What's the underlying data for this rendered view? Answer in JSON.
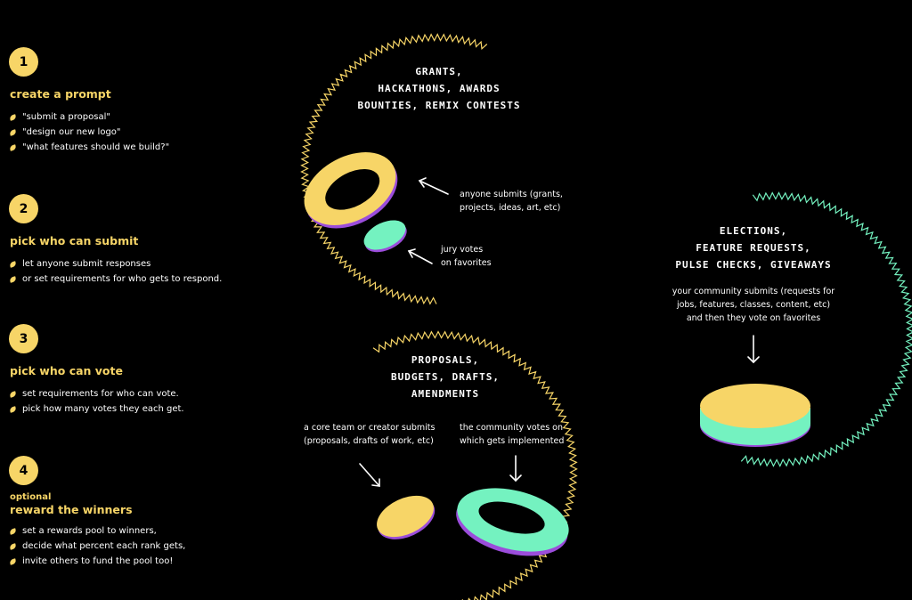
{
  "steps": [
    {
      "number": "1",
      "optional": "",
      "title": "create a prompt",
      "bullets": [
        "\"submit a proposal\"",
        "\"design our new logo\"",
        "\"what features should we build?\""
      ]
    },
    {
      "number": "2",
      "optional": "",
      "title": "pick who can submit",
      "bullets": [
        "let anyone submit responses",
        "or set requirements for who gets to respond."
      ]
    },
    {
      "number": "3",
      "optional": "",
      "title": "pick who can vote",
      "bullets": [
        "set requirements for who can vote.",
        "pick how many votes they each get."
      ]
    },
    {
      "number": "4",
      "optional": "optional",
      "title": "reward the winners",
      "bullets": [
        "set a rewards pool to winners,",
        "decide what percent each rank gets,",
        "invite others to fund the pool too!"
      ]
    }
  ],
  "use_cases": {
    "grants": {
      "title_lines": [
        "GRANTS,",
        "HACKATHONS, AWARDS",
        "BOUNTIES, REMIX CONTESTS"
      ],
      "submit_note": [
        "anyone submits (grants,",
        "projects, ideas, art, etc)"
      ],
      "vote_note": [
        "jury votes",
        "on favorites"
      ]
    },
    "proposals": {
      "title_lines": [
        "PROPOSALS,",
        "BUDGETS, DRAFTS,",
        "AMENDMENTS"
      ],
      "submit_note": [
        "a core team or creator submits",
        "(proposals, drafts of work, etc)"
      ],
      "vote_note": [
        "the community votes on",
        "which gets implemented"
      ]
    },
    "elections": {
      "title_lines": [
        "ELECTIONS,",
        "FEATURE REQUESTS,",
        "PULSE CHECKS, GIVEAWAYS"
      ],
      "note": [
        "your community submits (requests for",
        "jobs, features, classes, content, etc)",
        "and then they vote on favorites"
      ]
    }
  },
  "colors": {
    "background": "#000000",
    "yellow": "#f7d567",
    "mint": "#74f2c0",
    "purple": "#9b4ddb",
    "white": "#ffffff"
  }
}
